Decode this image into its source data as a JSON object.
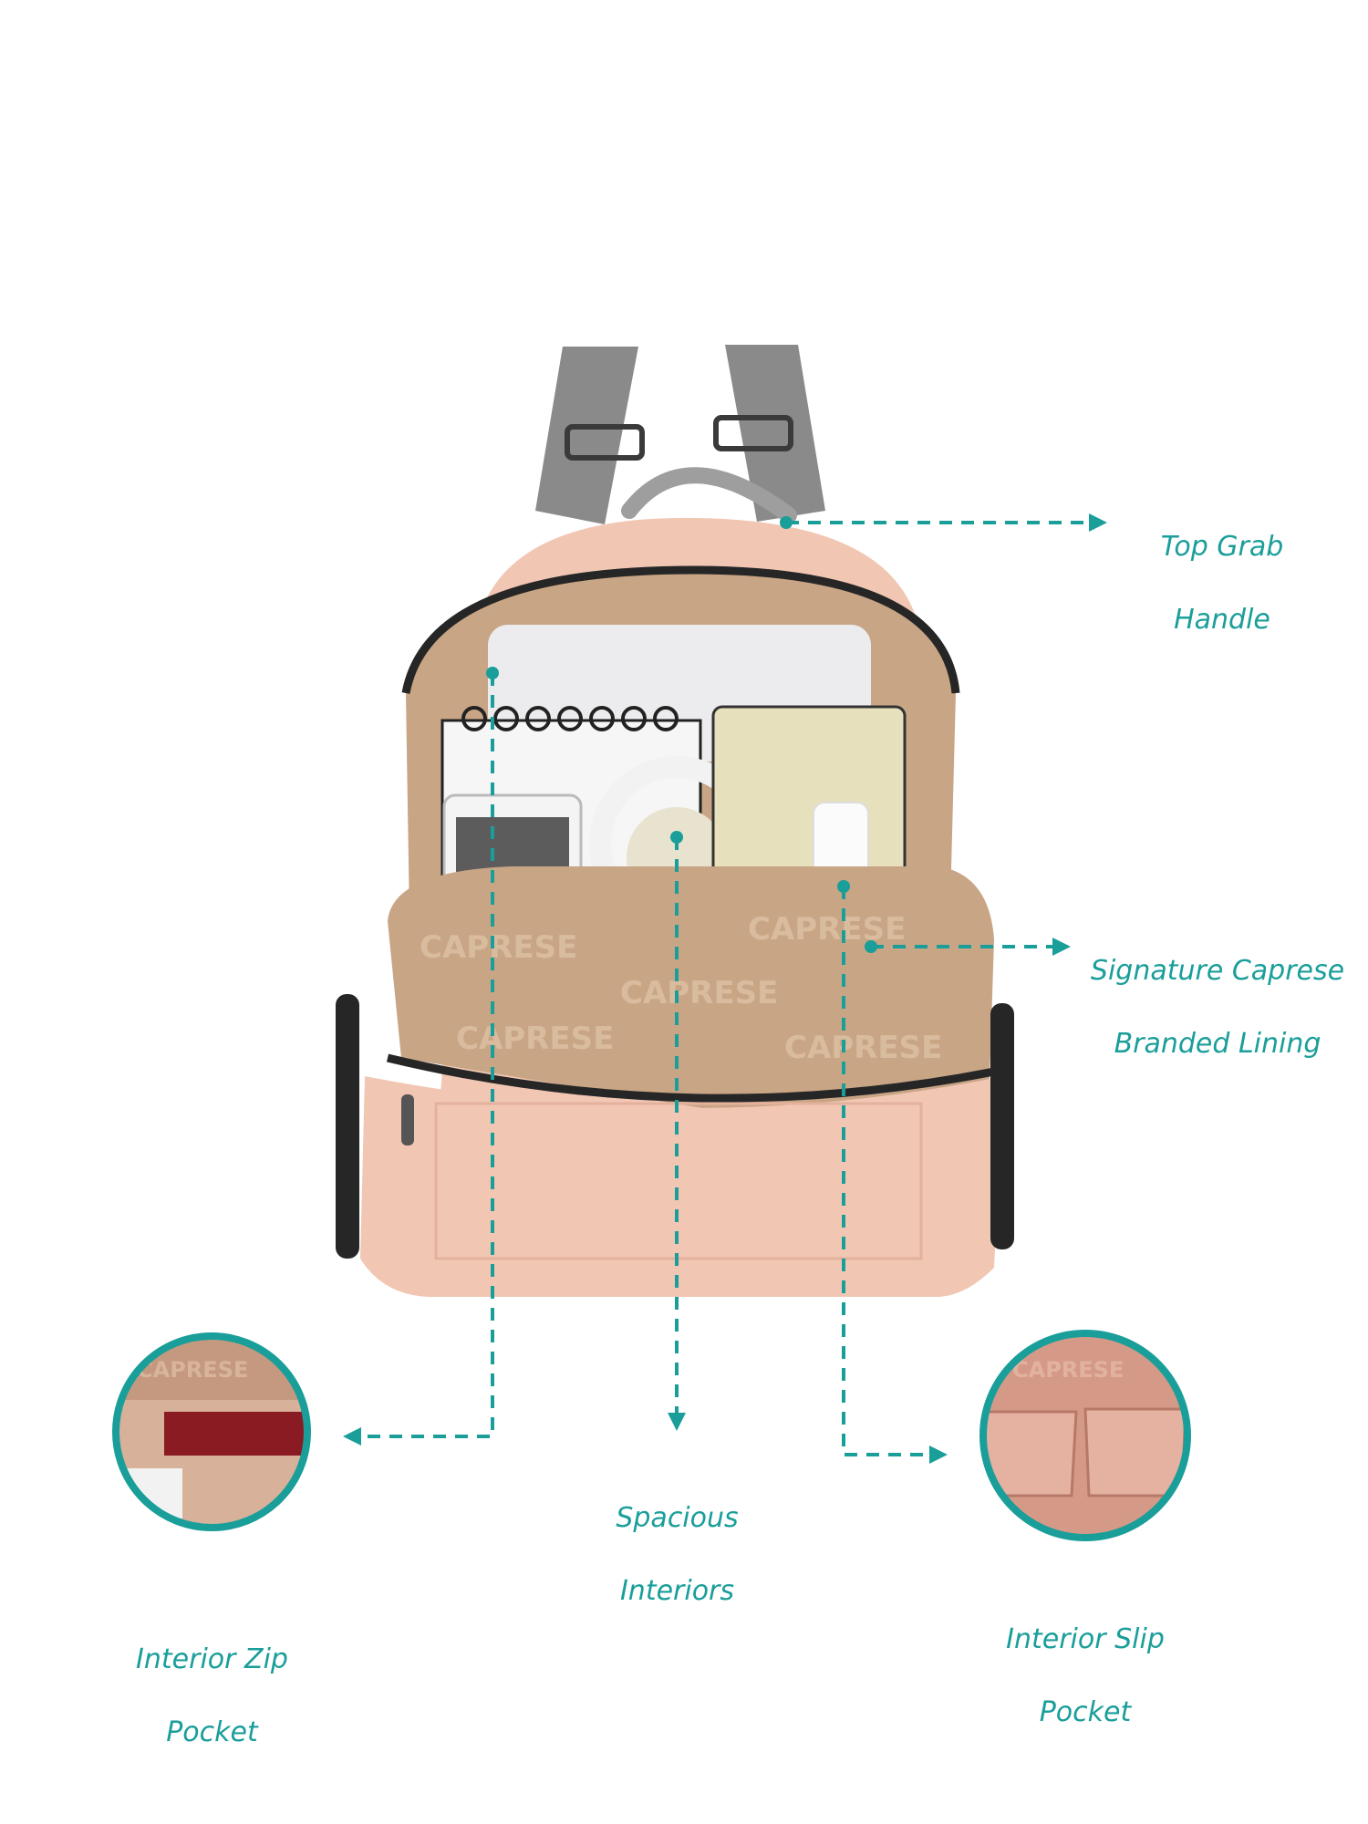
{
  "colors": {
    "accent": "#1a9e9a",
    "bag_body": "#f1c7b4",
    "bag_body_shade": "#e7b7a2",
    "lining": "#c8a585",
    "lining_dark": "#a5835f",
    "straps": "#8a8a8a",
    "zipper": "#262626",
    "laptop": "#ececee",
    "notebook": "#f6f6f6",
    "wallet": "#e7e0bd",
    "pocket_fabric": "#d59a87"
  },
  "callouts": {
    "top_grab_handle": {
      "line1": "Top Grab",
      "line2": "Handle"
    },
    "branded_lining": {
      "line1": "Signature Caprese",
      "line2": "Branded Lining"
    },
    "spacious_interiors": {
      "line1": "Spacious",
      "line2": "Interiors"
    },
    "interior_zip_pocket": {
      "line1": "Interior Zip",
      "line2": "Pocket"
    },
    "interior_slip_pocket": {
      "line1": "Interior Slip",
      "line2": "Pocket"
    }
  },
  "lining_text": "CAPRESE"
}
